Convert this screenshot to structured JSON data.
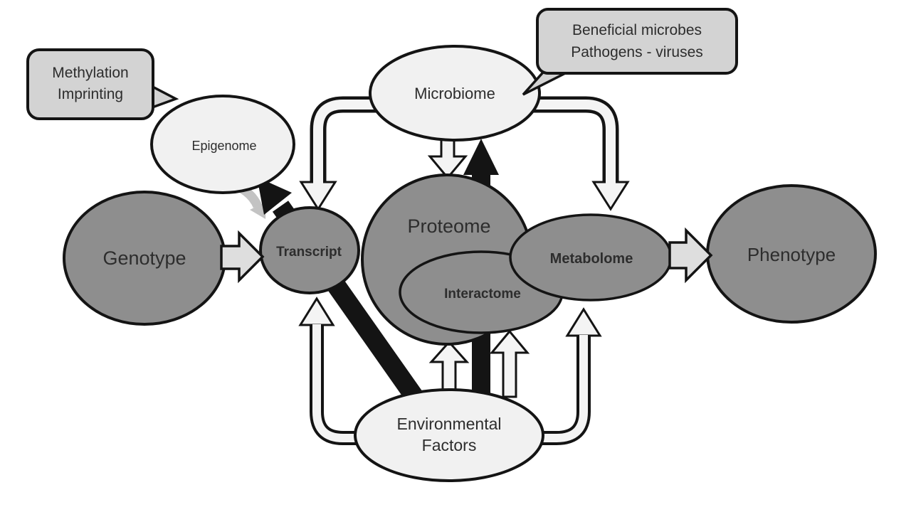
{
  "diagram": {
    "nodes": {
      "genotype": {
        "label": "Genotype"
      },
      "transcript": {
        "label": "Transcript"
      },
      "proteome": {
        "label": "Proteome"
      },
      "interactome": {
        "label": "Interactome"
      },
      "metabolome": {
        "label": "Metabolome"
      },
      "phenotype": {
        "label": "Phenotype"
      },
      "microbiome": {
        "label": "Microbiome"
      },
      "epigenome": {
        "label": "Epigenome"
      },
      "environmental_factors": {
        "line1": "Environmental",
        "line2": "Factors"
      }
    },
    "callouts": {
      "methylation": {
        "line1": "Methylation",
        "line2": "Imprinting",
        "points_to": "epigenome"
      },
      "microbes": {
        "line1": "Beneficial microbes",
        "line2": "Pathogens - viruses",
        "points_to": "microbiome"
      }
    },
    "edges": [
      {
        "from": "Genotype",
        "to": "Transcript",
        "style": "light-block-arrow"
      },
      {
        "from": "Metabolome",
        "to": "Phenotype",
        "style": "light-block-arrow"
      },
      {
        "from": "Epigenome",
        "to": "Transcript",
        "style": "gray-curved-arrow"
      },
      {
        "from": "Microbiome",
        "to": "Transcript",
        "style": "white-curved-arrow"
      },
      {
        "from": "Microbiome",
        "to": "Proteome",
        "style": "white-straight-arrow"
      },
      {
        "from": "Microbiome",
        "to": "Metabolome",
        "style": "white-curved-arrow"
      },
      {
        "from": "Environmental Factors",
        "to": "Transcript",
        "style": "white-curved-arrow"
      },
      {
        "from": "Environmental Factors",
        "to": "Proteome",
        "style": "white-straight-arrow"
      },
      {
        "from": "Environmental Factors",
        "to": "Interactome",
        "style": "white-straight-arrow"
      },
      {
        "from": "Environmental Factors",
        "to": "Metabolome",
        "style": "white-curved-arrow"
      },
      {
        "from": "Environmental Factors",
        "to": "Epigenome",
        "style": "black-thick-arrow"
      },
      {
        "from": "Environmental Factors",
        "to": "Microbiome",
        "style": "black-thick-arrow"
      }
    ],
    "colors": {
      "background": "#ffffff",
      "node_dark": "#8e8e8e",
      "node_light": "#f1f1f1",
      "callout_bg": "#d3d3d3",
      "outline": "#141414",
      "arrow_white": "#f4f4f4",
      "arrow_light_block": "#dedede",
      "arrow_gray": "#c3c3c3",
      "arrow_black": "#141414",
      "text": "#2d2d2d"
    }
  }
}
